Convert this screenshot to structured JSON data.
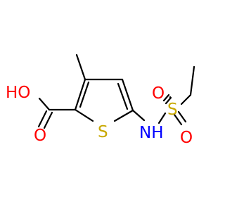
{
  "colors": {
    "bond": "#000000",
    "carbon": "#000000",
    "oxygen": "#ff0000",
    "sulfur": "#c8a800",
    "nitrogen": "#0000ff",
    "background": "#ffffff"
  },
  "atoms": {
    "hydroxyl": "HO",
    "carbonyl_oxygen": "O",
    "ring_sulfur": "S",
    "amine": "NH",
    "sulfonyl_sulfur": "S",
    "sulfonyl_oxygen_top": "O",
    "sulfonyl_oxygen_bottom": "O"
  }
}
